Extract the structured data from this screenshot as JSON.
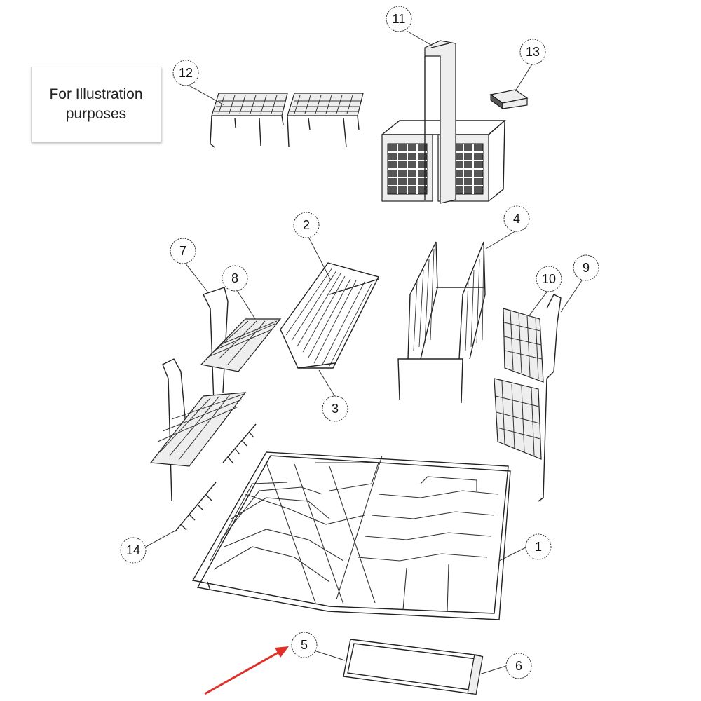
{
  "note": {
    "text": "For Illustration\npurposes"
  },
  "callouts": [
    {
      "id": "1",
      "label": "1"
    },
    {
      "id": "2",
      "label": "2"
    },
    {
      "id": "3",
      "label": "3"
    },
    {
      "id": "4",
      "label": "4"
    },
    {
      "id": "5",
      "label": "5"
    },
    {
      "id": "6",
      "label": "6"
    },
    {
      "id": "7",
      "label": "7"
    },
    {
      "id": "8",
      "label": "8"
    },
    {
      "id": "9",
      "label": "9"
    },
    {
      "id": "10",
      "label": "10"
    },
    {
      "id": "11",
      "label": "11"
    },
    {
      "id": "12",
      "label": "12"
    },
    {
      "id": "13",
      "label": "13"
    },
    {
      "id": "14",
      "label": "14"
    }
  ],
  "colors": {
    "arrow": "#e0302a",
    "line": "#222222",
    "background": "#ffffff"
  }
}
